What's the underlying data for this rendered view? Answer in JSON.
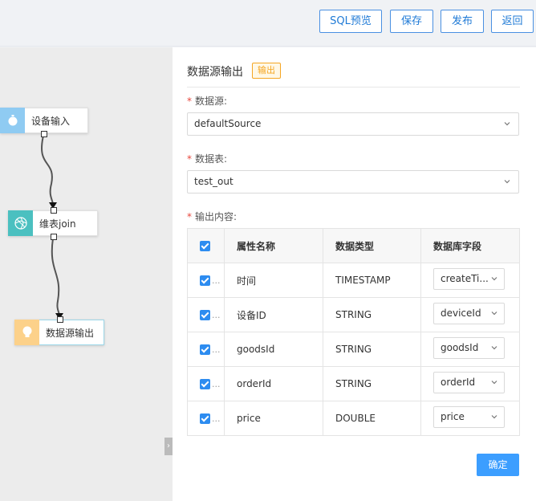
{
  "toolbar": {
    "sql_preview": "SQL预览",
    "save": "保存",
    "publish": "发布",
    "back": "返回"
  },
  "canvas": {
    "nodes": [
      {
        "label": "设备输入",
        "icon": "stopwatch-icon",
        "color": "#8fcbf2"
      },
      {
        "label": "维表join",
        "icon": "aperture-icon",
        "color": "#4bc0c0"
      },
      {
        "label": "数据源输出",
        "icon": "lightbulb-icon",
        "color": "#fcd18a"
      }
    ]
  },
  "panel": {
    "title": "数据源输出",
    "tag": "输出",
    "datasource_label": "数据源:",
    "datasource_value": "defaultSource",
    "table_label": "数据表:",
    "table_value": "test_out",
    "output_label": "输出内容:",
    "columns": [
      "属性名称",
      "数据类型",
      "数据库字段"
    ],
    "rows": [
      {
        "name": "时间",
        "type": "TIMESTAMP",
        "field": "createTi..."
      },
      {
        "name": "设备ID",
        "type": "STRING",
        "field": "deviceId"
      },
      {
        "name": "goodsId",
        "type": "STRING",
        "field": "goodsId"
      },
      {
        "name": "orderId",
        "type": "STRING",
        "field": "orderId"
      },
      {
        "name": "price",
        "type": "DOUBLE",
        "field": "price"
      }
    ],
    "checkbox_ellipsis": "...",
    "confirm": "确定"
  },
  "colors": {
    "primary": "#3c9eff",
    "tag_orange": "#f5a623",
    "required_red": "#e8473e"
  }
}
